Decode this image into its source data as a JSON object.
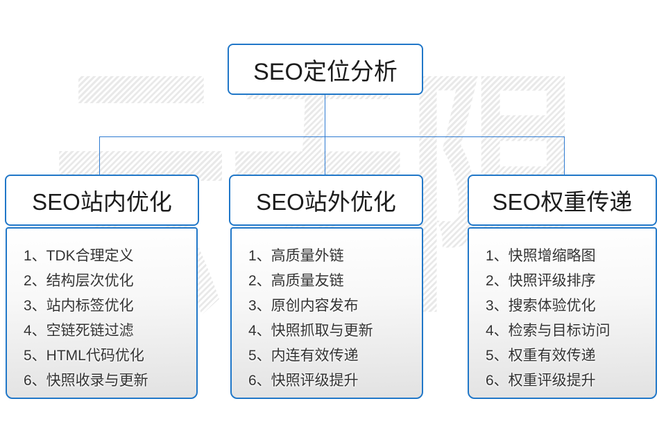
{
  "diagram": {
    "watermark": "云无限",
    "root": {
      "label": "SEO定位分析"
    },
    "branches": [
      {
        "title": "SEO站内优化",
        "items": [
          "1、TDK合理定义",
          "2、结构层次优化",
          "3、站内标签优化",
          "4、空链死链过滤",
          "5、HTML代码优化",
          "6、快照收录与更新"
        ]
      },
      {
        "title": "SEO站外优化",
        "items": [
          "1、高质量外链",
          "2、高质量友链",
          "3、原创内容发布",
          "4、快照抓取与更新",
          "5、内连有效传递",
          "6、快照评级提升"
        ]
      },
      {
        "title": "SEO权重传递",
        "items": [
          "1、快照增缩略图",
          "2、快照评级排序",
          "3、搜索体验优化",
          "4、检索与目标访问",
          "5、权重有效传递",
          "6、权重评级提升"
        ]
      }
    ],
    "colors": {
      "box_border": "#2077c8",
      "connector": "#2d7ad1",
      "panel_gradient_bottom": "#e2e2e2",
      "watermark_gray": "#e9e9e9",
      "text_dark": "#1c1c1c",
      "text_list": "#333333"
    }
  }
}
